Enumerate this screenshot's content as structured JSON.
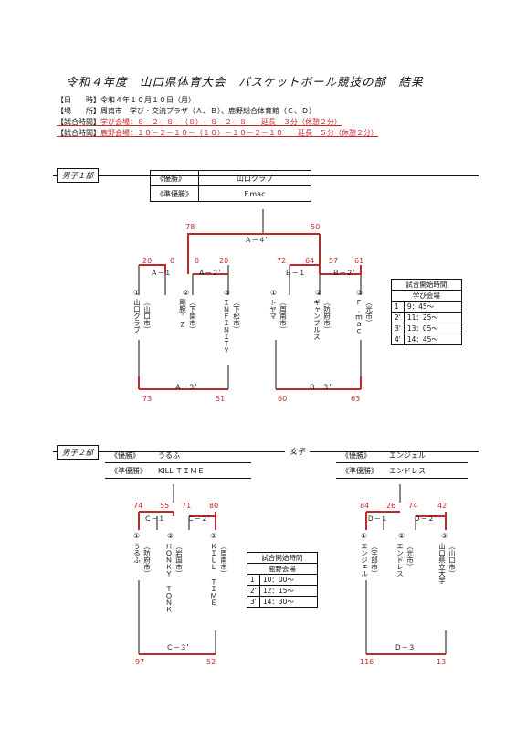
{
  "header": {
    "title": "令和４年度　山口県体育大会　バスケットボール競技の部　結果",
    "date": "【日　　時】令和４年１０月１０日（月）",
    "venue": "【場　　所】周南市　学び・交流プラザ（Ａ、Ｂ）、鹿野総合体育館（Ｃ、Ｄ）",
    "time1_label": "【試合時間】",
    "time1_value": "学び会場：８－２－８－（８）－８－２－８　　延長　３分（休憩２分）",
    "time2_label": "【試合時間】",
    "time2_value": "鹿野会場：１０－２－１０－（１０）－１０－２－１０　　延長　５分（休憩２分）"
  },
  "men1": {
    "label": "男子１部",
    "winner_label": "《優勝》",
    "winner": "山口クラブ",
    "runner_label": "《準優勝》",
    "runner": "F.mac",
    "final": {
      "label": "Ａ－４'",
      "left": "78",
      "right": "50"
    },
    "m": [
      {
        "label": "Ａ－１",
        "s1": "20",
        "s2": "0"
      },
      {
        "label": "Ａ－２'",
        "s1": "0",
        "s2": "20"
      },
      {
        "label": "Ｂ－１",
        "s1": "72",
        "s2": "64"
      },
      {
        "label": "Ｂ－２'",
        "s1": "57",
        "s2": "61"
      }
    ],
    "teams": [
      {
        "num": "①",
        "name": "山口クラブ",
        "city": "（山口市）"
      },
      {
        "num": "②",
        "name": "剛腕'Ｚ",
        "city": "（下関市）"
      },
      {
        "num": "③",
        "name": "ＩＮＦＩＮＩＴＹ",
        "city": "（下松市）"
      },
      {
        "num": "①",
        "name": "トヤマ",
        "city": "（周南市）"
      },
      {
        "num": "②",
        "name": "ギャンブルズ",
        "city": "（防府市）"
      },
      {
        "num": "③",
        "name": "Ｆ.ｍａｃ",
        "city": "（光市）"
      }
    ],
    "third": [
      {
        "label": "Ａ－３'",
        "left": "73",
        "right": "51"
      },
      {
        "label": "Ｂ－３'",
        "left": "60",
        "right": "63"
      }
    ],
    "schedule": {
      "title": "試合開始時間",
      "venue": "学び会場",
      "rows": [
        [
          "1",
          "9：45～"
        ],
        [
          "2'",
          "11：25～"
        ],
        [
          "3'",
          "13：05～"
        ],
        [
          "4'",
          "14：45～"
        ]
      ]
    }
  },
  "men2": {
    "label": "男子２部",
    "winner_label": "《優勝》",
    "winner": "うるふ",
    "runner_label": "《準優勝》",
    "runner": "KILL ＴＩＭＥ",
    "m": [
      {
        "label": "Ｃ－１",
        "s1": "74",
        "s2": "55"
      },
      {
        "label": "Ｃ－２'",
        "s1": "71",
        "s2": "80"
      }
    ],
    "teams": [
      {
        "num": "①",
        "name": "うるふ",
        "city": "（防府市）"
      },
      {
        "num": "②",
        "name": "ＨＯＮＫＹ ＴＯＮＫ",
        "city": "（岩国市）"
      },
      {
        "num": "③",
        "name": "ＫＩＬＬ ＴＩＭＥ",
        "city": "（周南市）"
      }
    ],
    "third": {
      "label": "Ｃ－３'",
      "left": "97",
      "right": "52"
    },
    "schedule": {
      "title": "試合開始時間",
      "venue": "鹿野会場",
      "rows": [
        [
          "1",
          "10：00～"
        ],
        [
          "2'",
          "12：15～"
        ],
        [
          "3'",
          "14：30～"
        ]
      ]
    }
  },
  "women": {
    "label": "女子",
    "winner_label": "《優勝》",
    "winner": "エンジェル",
    "runner_label": "《準優勝》",
    "runner": "エンドレス",
    "m": [
      {
        "label": "Ｄ－１",
        "s1": "84",
        "s2": "26"
      },
      {
        "label": "Ｄ－２'",
        "s1": "74",
        "s2": "42"
      }
    ],
    "teams": [
      {
        "num": "①",
        "name": "エンジェル",
        "city": "（宇部市）"
      },
      {
        "num": "②",
        "name": "エンドレス",
        "city": "（光市）"
      },
      {
        "num": "③",
        "name": "山口県立大学",
        "city": "（山口市）"
      }
    ],
    "third": {
      "label": "Ｄ－３'",
      "left": "116",
      "right": "13"
    }
  }
}
